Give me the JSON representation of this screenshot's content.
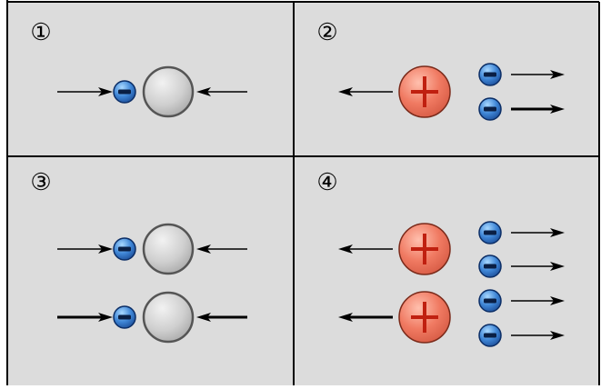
{
  "panels": [
    {
      "label": "①",
      "nucleus": "neutral",
      "electrons": 1
    },
    {
      "label": "②",
      "nucleus": "positive",
      "electrons": 2
    },
    {
      "label": "③",
      "nucleus": "neutral",
      "electrons": 2
    },
    {
      "label": "④",
      "nucleus": "positive",
      "electrons": 4
    }
  ],
  "colors": {
    "background": "#dcdcdc",
    "border": "#000000",
    "electron": "#3a78c8",
    "neutral_atom": "#d0d0d0",
    "positive_atom": "#f07a62",
    "plus_sign": "#c02010",
    "arrow": "#000000"
  },
  "icons": {
    "electron": "minus-circle-icon",
    "neutral": "grey-sphere-icon",
    "positive": "plus-sphere-icon",
    "arrow": "arrow-icon"
  }
}
